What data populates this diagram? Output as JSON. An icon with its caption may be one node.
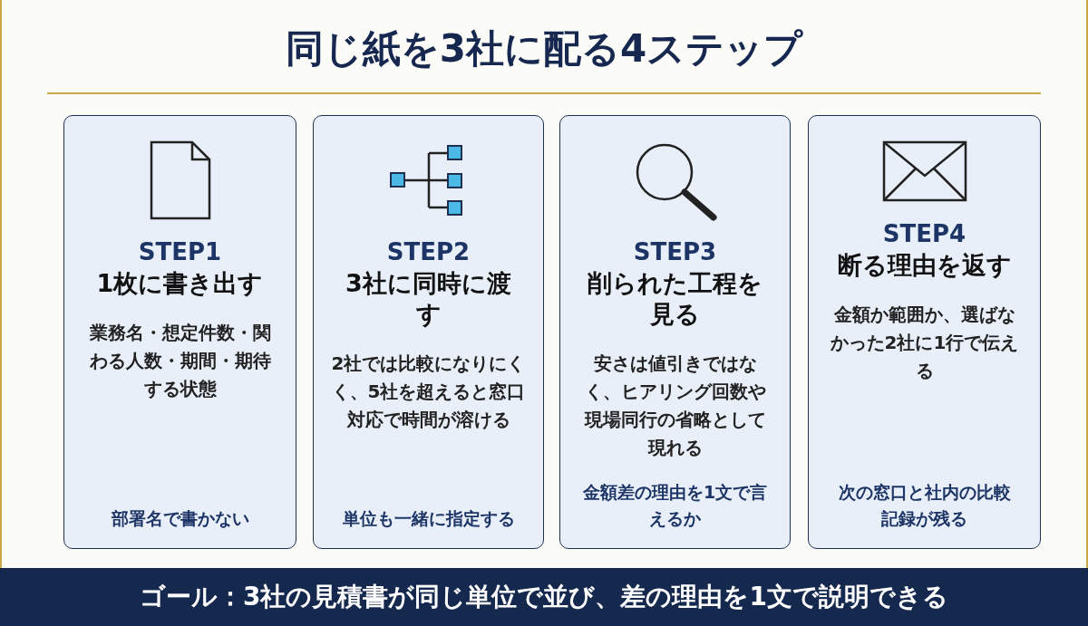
{
  "diagram": {
    "title": "同じ紙を3社に配る4ステップ",
    "nodes": [
      {
        "text": [
          "STEP1",
          "1枚に書き出す",
          "業務名・想定件数・関わる人数・期間・期待する状態",
          "部署名で書かない"
        ]
      },
      {
        "text": [
          "STEP2",
          "3社に同時に渡す",
          "2社では比較になりにくく、5社を超えると窓口対応で時間が溶ける",
          "単位も一緒に指定する"
        ]
      },
      {
        "text": [
          "STEP3",
          "削られた工程を見る",
          "安さは値引きではなく、ヒアリング回数や現場同行の省略として現れる",
          "金額差の理由を1文で言えるか"
        ]
      },
      {
        "text": [
          "STEP4",
          "断る理由を返す",
          "金額か範囲か、選ばなかった2社に1行で伝える",
          "次の窓口と社内の比較記録が残る"
        ]
      },
      {
        "text": [
          "ゴール：3社の見積書が同じ単位で並び、差の理由を1文で説明できる"
        ]
      }
    ]
  }
}
